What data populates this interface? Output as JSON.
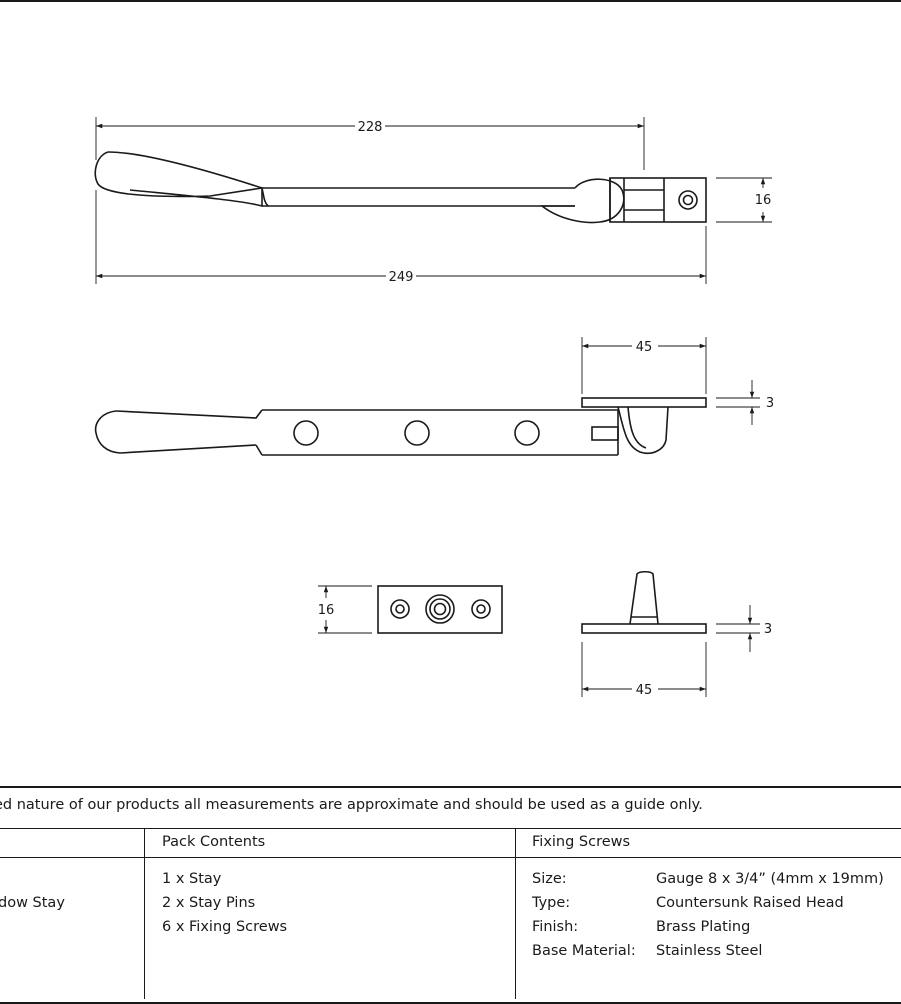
{
  "dimensions": {
    "overall_length_top": "228",
    "total_length": "249",
    "stay_width": "16",
    "keep_length": "45",
    "keep_thickness": "3",
    "pin_plate_width": "16",
    "pin_plate_length": "45",
    "pin_plate_thickness": "3"
  },
  "note": "ed nature of our products all measurements are approximate and should be used as a guide only.",
  "table": {
    "product_cell": "dow Stay",
    "pack_contents": {
      "header": "Pack Contents",
      "items": [
        "1 x Stay",
        "2 x Stay Pins",
        "6 x Fixing Screws"
      ]
    },
    "fixing_screws": {
      "header": "Fixing Screws",
      "rows": [
        {
          "label": "Size:",
          "value": "Gauge 8 x 3/4” (4mm x 19mm)"
        },
        {
          "label": "Type:",
          "value": "Countersunk Raised Head"
        },
        {
          "label": "Finish:",
          "value": "Brass Plating"
        },
        {
          "label": "Base Material:",
          "value": "Stainless Steel"
        }
      ]
    }
  }
}
